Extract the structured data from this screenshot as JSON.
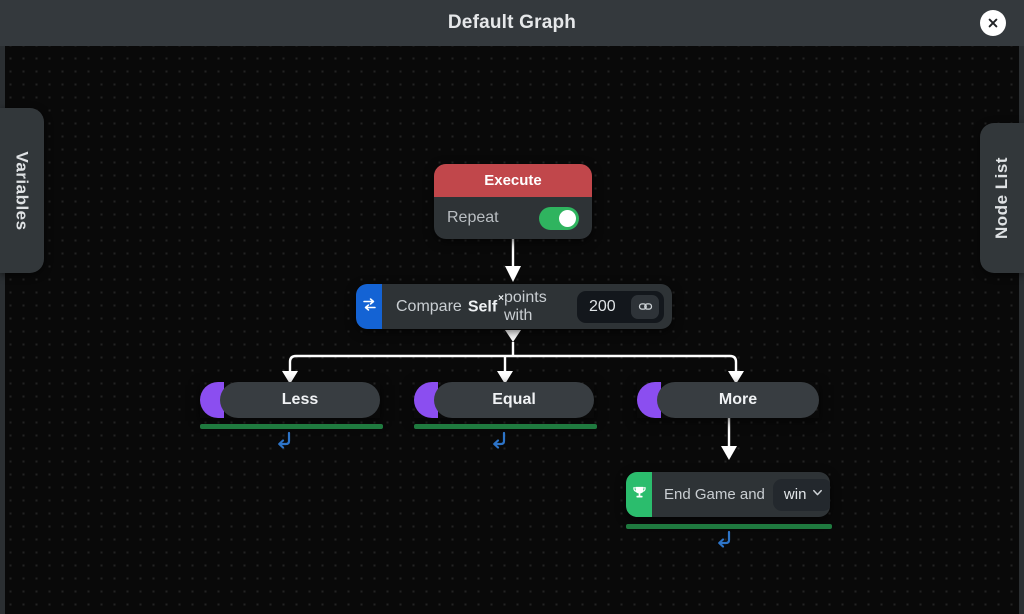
{
  "window": {
    "title": "Default Graph",
    "close_icon": "close-x-icon"
  },
  "drawers": {
    "left_tab": "Variables",
    "right_tab": "Node List"
  },
  "colors": {
    "execute_header": "#c1474b",
    "toggle_on": "#2fb45f",
    "compare_accent": "#1463d4",
    "branch_accent": "#8b4ef0",
    "endgame_accent": "#2bbd6d",
    "exec_bar": "#1f7a3f",
    "return_arrow": "#2d74c8",
    "canvas_bg": "#090909",
    "titlebar_bg": "#34393d"
  },
  "nodes": {
    "execute": {
      "title": "Execute",
      "repeat_label": "Repeat",
      "repeat_on": true,
      "toggle_icon": "toggle-switch-icon"
    },
    "compare": {
      "icon": "compare-arrows-icon",
      "text_before": "Compare",
      "target": "Self",
      "target_remove": "×",
      "text_middle": "points with",
      "value": "200",
      "link_icon": "link-chain-icon"
    },
    "branches": [
      {
        "label": "Less",
        "has_exec_bar": true,
        "return_icon": "return-arrow-icon"
      },
      {
        "label": "Equal",
        "has_exec_bar": true,
        "return_icon": "return-arrow-icon"
      },
      {
        "label": "More",
        "has_exec_bar": false,
        "return_icon": ""
      }
    ],
    "endgame": {
      "icon": "trophy-icon",
      "text": "End Game and",
      "outcome": "win",
      "chevron_icon": "chevron-down-icon",
      "return_icon": "return-arrow-icon"
    }
  }
}
